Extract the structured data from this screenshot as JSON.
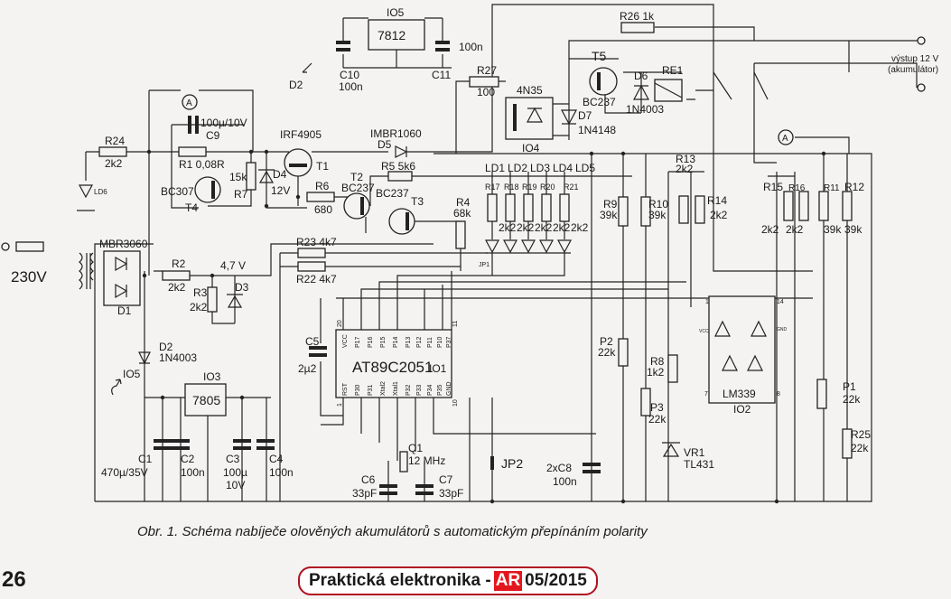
{
  "regulators": {
    "io5_ref": "IO5",
    "io5_value": "7812",
    "io3_ref": "IO3",
    "io3_value": "7805",
    "io5_arrow": "IO5"
  },
  "caps": {
    "c10": "C10",
    "c10_v": "100n",
    "c11": "C11",
    "c11_v": "100n",
    "c9_v": "100µ/10V",
    "c9": "C9",
    "c5": "C5",
    "c5_v": "2µ2",
    "c1": "C1",
    "c1_v": "470µ/35V",
    "c2": "C2",
    "c2_v": "100n",
    "c3": "C3",
    "c3_v1": "100µ",
    "c3_v2": "10V",
    "c4": "C4",
    "c4_v": "100n",
    "c6": "C6",
    "c6_v": "33pF",
    "c7": "C7",
    "c7_v": "33pF",
    "c8": "2xC8",
    "c8_v": "100n"
  },
  "resistors": {
    "r26": "R26  1k",
    "r27": "R27",
    "r27_v": "100",
    "r24": "R24",
    "r24_v": "2k2",
    "r1": "R1  0,08R",
    "r7": "R7",
    "r7_v": "15k",
    "r6": "R6",
    "r6_v": "680",
    "r5": "R5  5k6",
    "r4": "R4",
    "r4_v": "68k",
    "r23": "R23  4k7",
    "r22": "R22  4k7",
    "r2": "R2",
    "r2_v": "2k2",
    "r3": "R3",
    "r3_v": "2k2",
    "r17": "R17",
    "r18": "R18",
    "r19": "R19",
    "r20": "R20",
    "r21": "R21",
    "r17_21_v": "2k2",
    "r9": "R9",
    "r9_v": "39k",
    "r10": "R10",
    "r10_v": "39k",
    "r13": "R13",
    "r13_v": "2k2",
    "r14": "R14",
    "r14_v": "2k2",
    "r15": "R15",
    "r15_v": "2k2",
    "r16": "R16",
    "r16_v": "2k2",
    "r11": "R11",
    "r11_v": "39k",
    "r12": "R12",
    "r12_v": "39k",
    "r8": "R8",
    "r8_v": "1k2",
    "r25": "R25",
    "r25_v": "22k",
    "p1": "P1",
    "p1_v": "22k",
    "p2": "P2",
    "p2_v": "22k",
    "p3": "P3",
    "p3_v": "22k"
  },
  "semis": {
    "d2_top": "D2",
    "opto": "4N35",
    "io4": "IO4",
    "d7": "D7",
    "d7_v": "1N4148",
    "t5": "T5",
    "t5_v": "BC237",
    "d6": "D6",
    "d6_v": "1N4003",
    "re1": "RE1",
    "ld6": "LD6",
    "t4_v": "BC307",
    "t4": "T4",
    "d4": "D4",
    "d4_v": "12V",
    "t1_v": "IRF4905",
    "t1": "T1",
    "d5_v": "IMBR1060",
    "d5": "D5",
    "t2": "T2",
    "t2_v": "BC237",
    "t3_v": "BC237",
    "t3": "T3",
    "jp1": "JP1",
    "jp2": "JP2",
    "leds": [
      "LD1",
      "LD2",
      "LD3",
      "LD4",
      "LD5"
    ],
    "bridge": "MBR3060",
    "d1": "D1",
    "d3": "D3",
    "zener_v": "4,7 V",
    "d2": "D2",
    "d2_v": "1N4003",
    "q1": "Q1",
    "q1_v": "12 MHz",
    "vr1": "VR1",
    "vr1_v": "TL431",
    "lm339": "LM339",
    "io2": "IO2"
  },
  "mcu": {
    "name": "AT89C2051",
    "ref": "IO1",
    "top_pins": [
      "VCC",
      "P17",
      "P16",
      "P15",
      "P14",
      "P13",
      "P12",
      "P11",
      "P10",
      "P37"
    ],
    "bottom_pins": [
      "RST",
      "P30",
      "P31",
      "Xtal2",
      "Xtal1",
      "P32",
      "P33",
      "P34",
      "P35",
      "GND"
    ],
    "pin20": "20",
    "pin11": "11",
    "pin1": "1",
    "pin10": "10"
  },
  "comparator_pins": {
    "p1": "1",
    "p14": "14",
    "vcc": "VCC",
    "gnd": "GND",
    "p7": "7",
    "p8": "8"
  },
  "meters": {
    "ammeter": "A"
  },
  "mains": "230V",
  "output": {
    "line1": "výstup 12 V",
    "line2": "(akumulátor)"
  },
  "caption": "Obr. 1. Schéma nabíječe olověných akumulátorů s automatickým přepínáním polarity",
  "footer": {
    "page_number": "26",
    "magazine": "Praktická elektronika -",
    "ar": "AR",
    "issue": "05/2015"
  },
  "colors": {
    "ink": "#1a1a1a",
    "paper": "#f4f3f1",
    "badge_red": "#e3161e"
  }
}
